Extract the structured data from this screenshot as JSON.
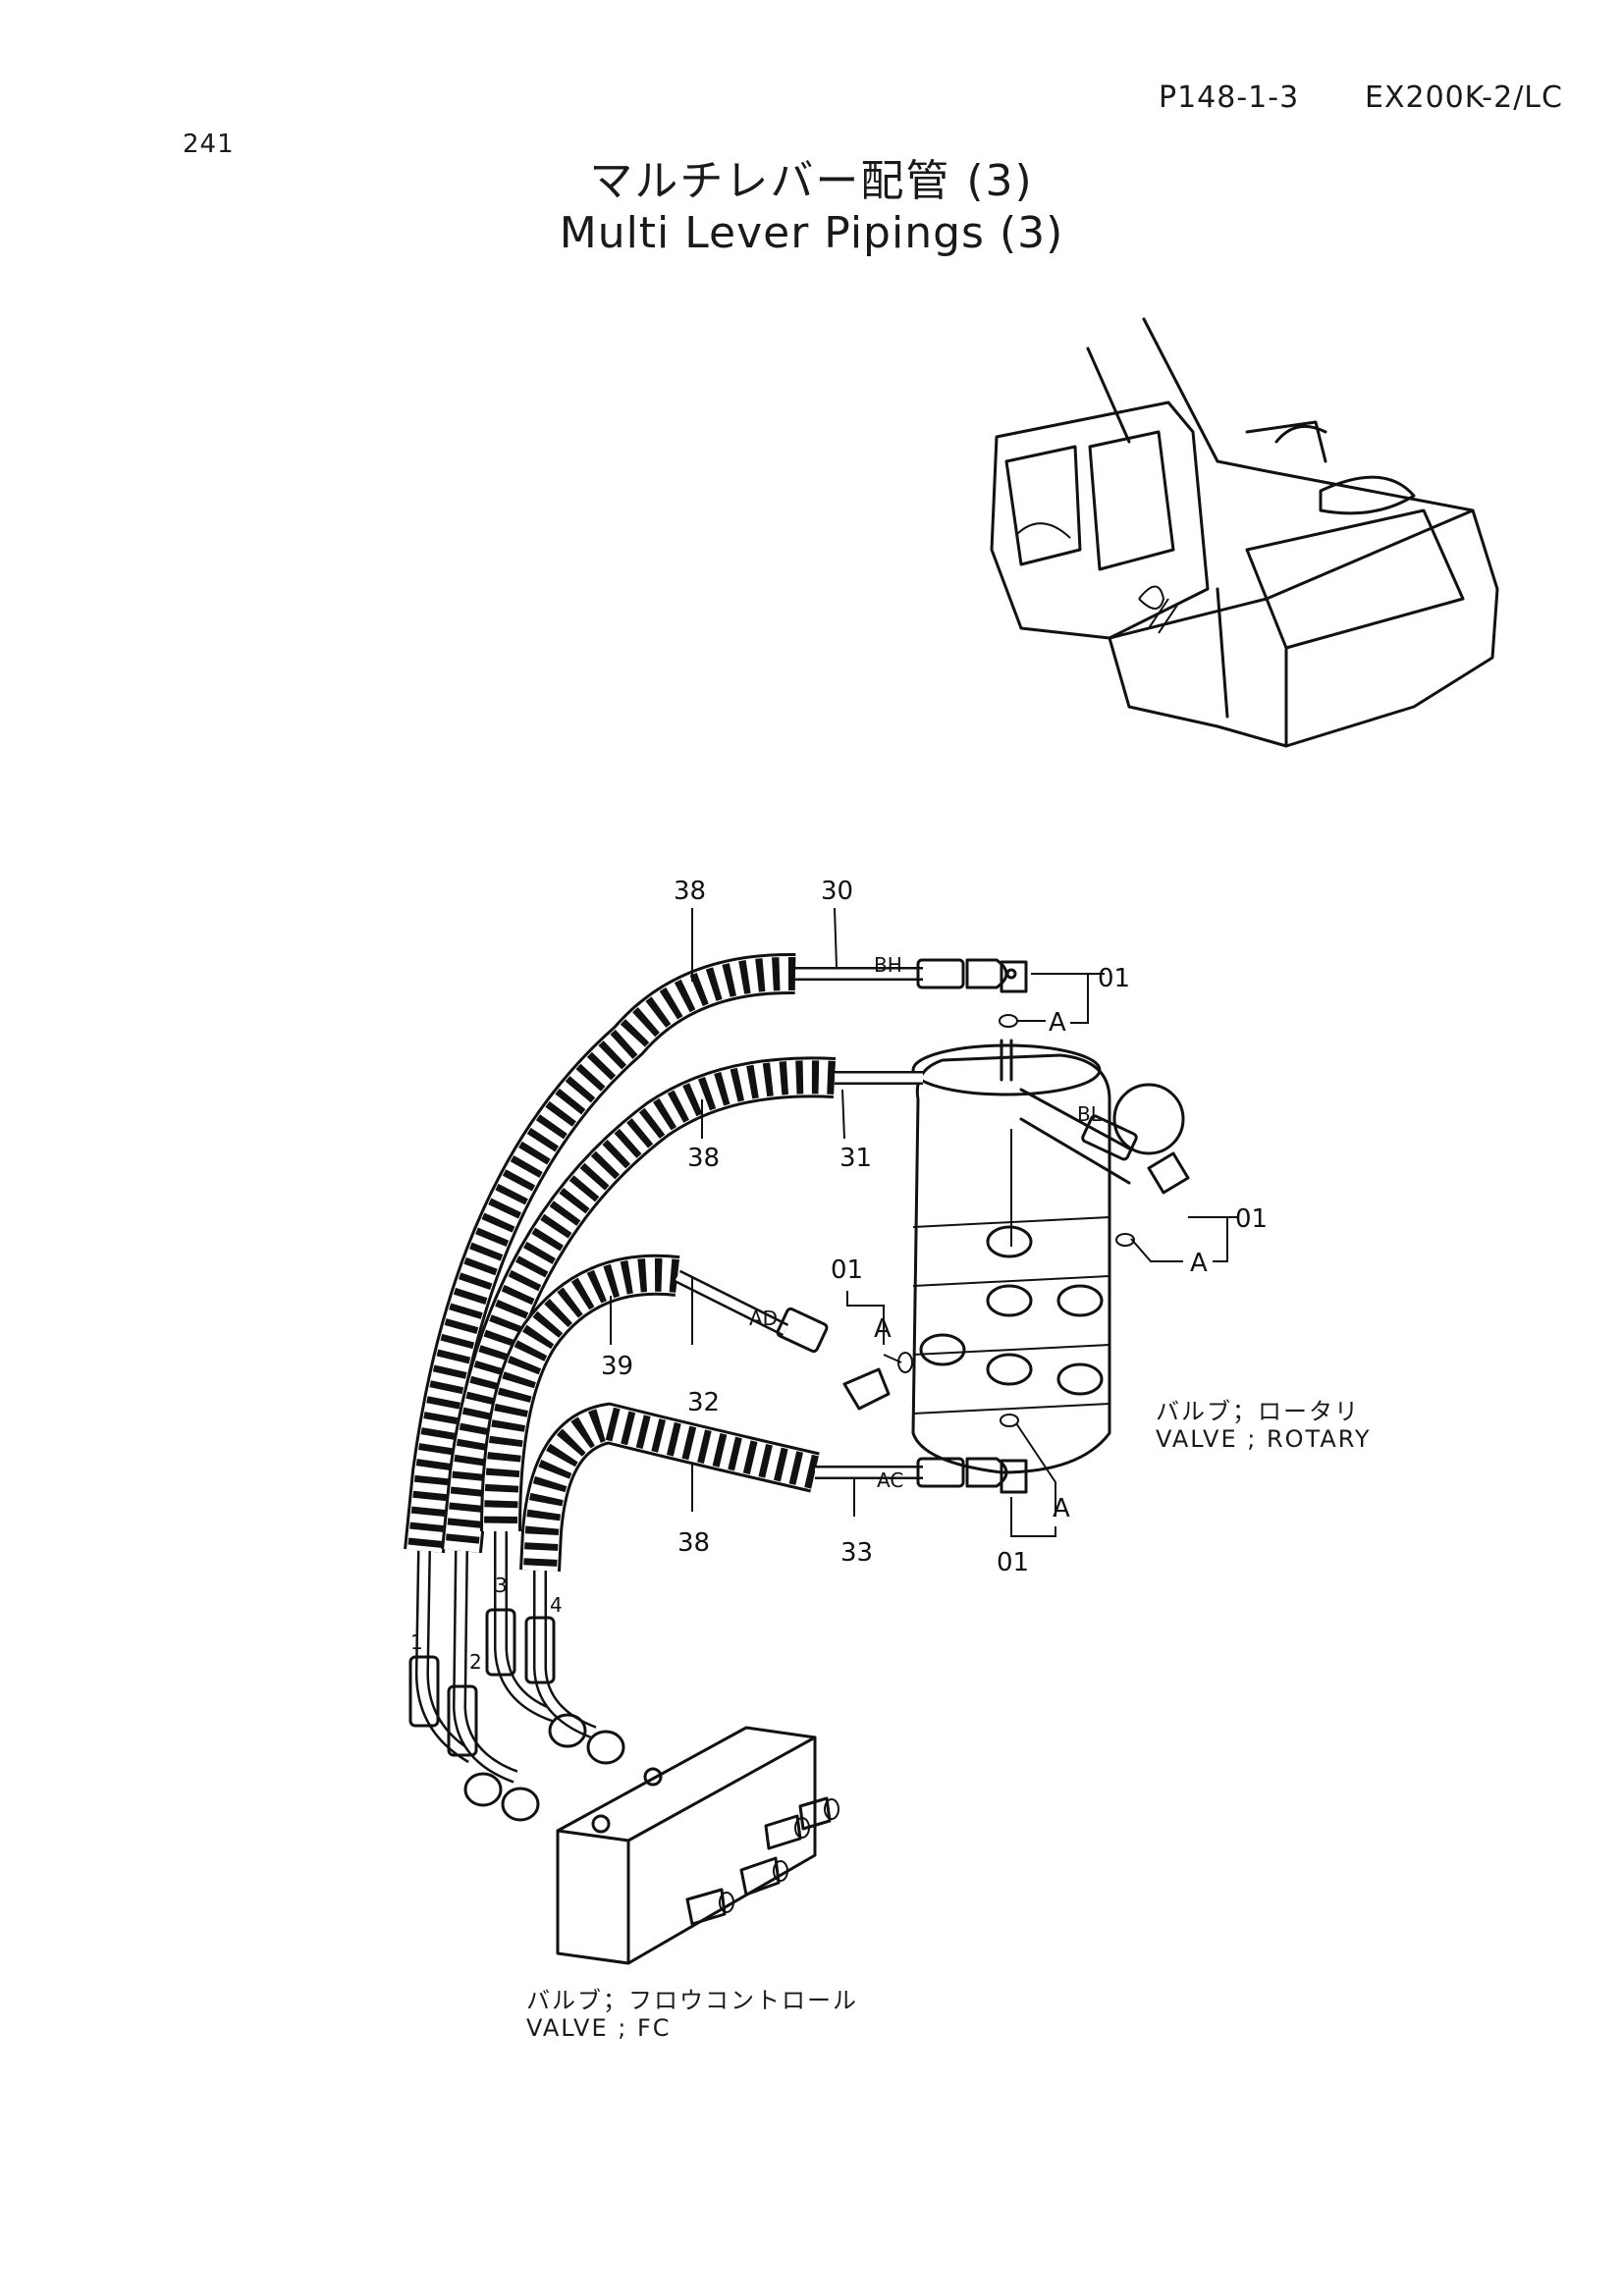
{
  "header": {
    "page_code": "P148-1-3",
    "model": "EX200K-2/LC",
    "page_number": "241"
  },
  "title": {
    "japanese": "マルチレバー配管 (3)",
    "english": "Multi Lever Pipings (3)"
  },
  "part_callouts": {
    "p38_top": "38",
    "p30": "30",
    "p01_top": "01",
    "p38_mid": "38",
    "p31": "31",
    "p01_right": "01",
    "p01_left": "01",
    "p39": "39",
    "p32": "32",
    "p38_low": "38",
    "p33": "33",
    "p01_bottom": "01"
  },
  "port_labels": {
    "bh": "BH",
    "bl": "BL",
    "ad": "AD",
    "ac": "AC",
    "a1": "A",
    "a2": "A",
    "a3": "A",
    "a4": "A"
  },
  "hose_numbers": [
    "1",
    "2",
    "3",
    "4"
  ],
  "captions": {
    "rotary_jp": "バルブ；ロータリ",
    "rotary_en": "VALVE ; ROTARY",
    "fc_jp": "バルブ；フロウコントロール",
    "fc_en": "VALVE ; FC"
  }
}
